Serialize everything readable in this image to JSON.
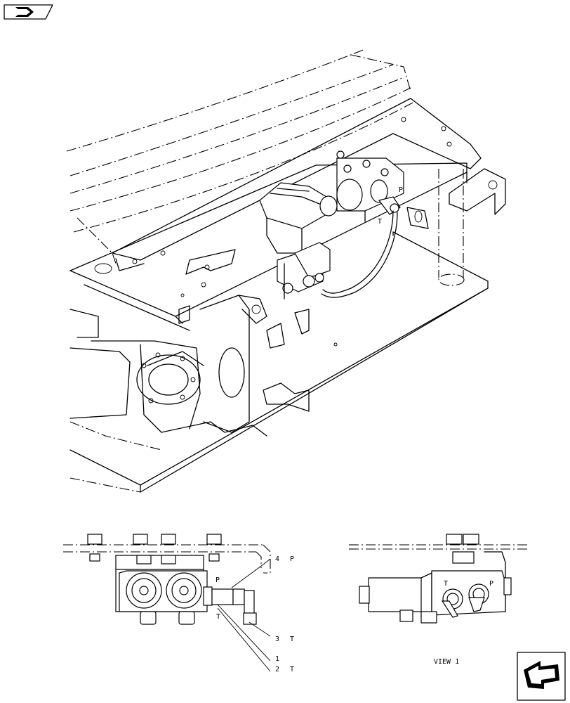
{
  "callouts": {
    "top_p": "P",
    "top_t": "T",
    "left_4": "4",
    "left_4_p": "P",
    "left_p": "P",
    "left_t": "T",
    "left_3": "3",
    "left_3_t": "T",
    "left_1": "1",
    "left_2": "2",
    "left_2_t": "T",
    "right_t": "T",
    "right_p": "P",
    "view_label": "VIEW 1"
  },
  "icons": {
    "top_left": "navigate-back-icon",
    "bottom_right": "next-page-arrow-icon"
  }
}
